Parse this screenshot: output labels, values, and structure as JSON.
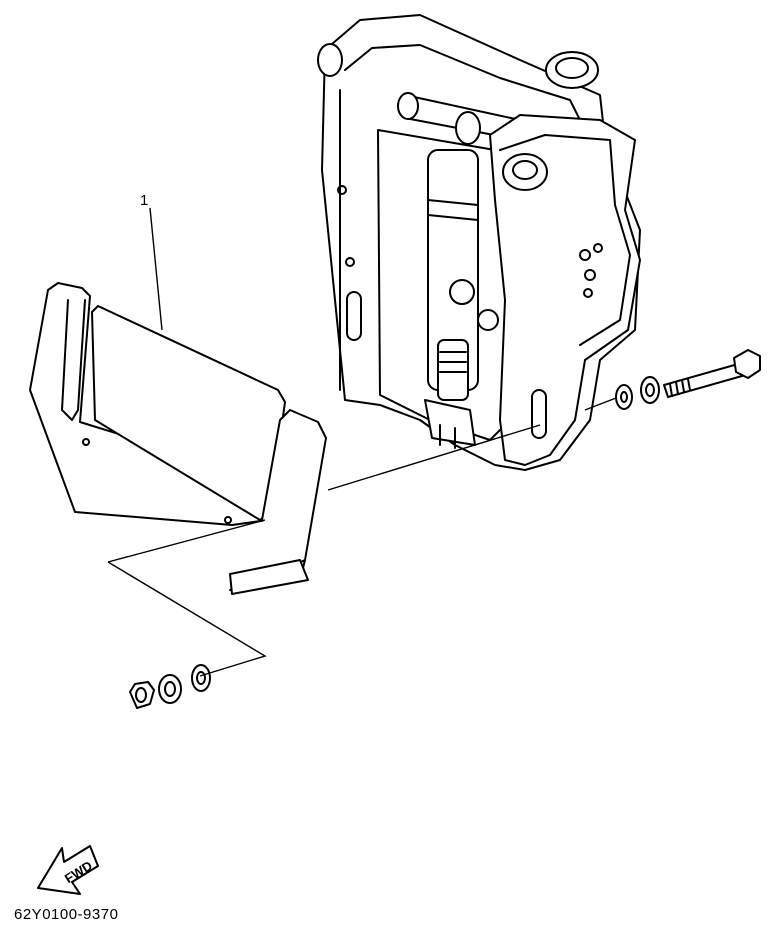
{
  "callouts": [
    {
      "label": "1"
    }
  ],
  "fwd_label": "FWD",
  "part_number": "62Y0100-9370",
  "icons": {
    "fwd_arrow": "fwd-arrow-icon"
  }
}
